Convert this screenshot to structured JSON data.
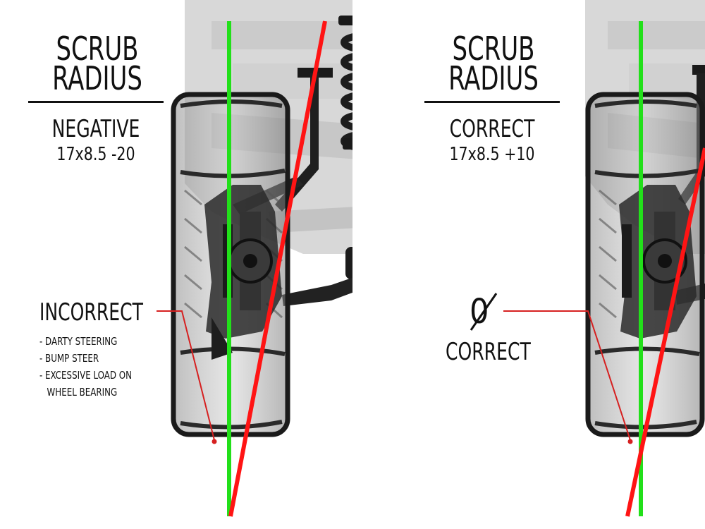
{
  "left_panel": {
    "title_line1": "SCRUB",
    "title_line2": "RADIUS",
    "offset_type": "NEGATIVE",
    "wheel_spec": "17x8.5 -20",
    "callout_title": "INCORRECT",
    "effects": [
      "- DARTY STEERING",
      "- BUMP STEER",
      "- EXCESSIVE LOAD ON",
      "WHEEL BEARING"
    ]
  },
  "right_panel": {
    "title_line1": "SCRUB",
    "title_line2": "RADIUS",
    "offset_type": "CORRECT",
    "wheel_spec": "17x8.5 +10",
    "callout_symbol": "0",
    "callout_label": "CORRECT"
  },
  "colors": {
    "centerline": "#22e01a",
    "steering_axis": "#ff1414",
    "callout_line": "#d62020",
    "text": "#111111"
  }
}
